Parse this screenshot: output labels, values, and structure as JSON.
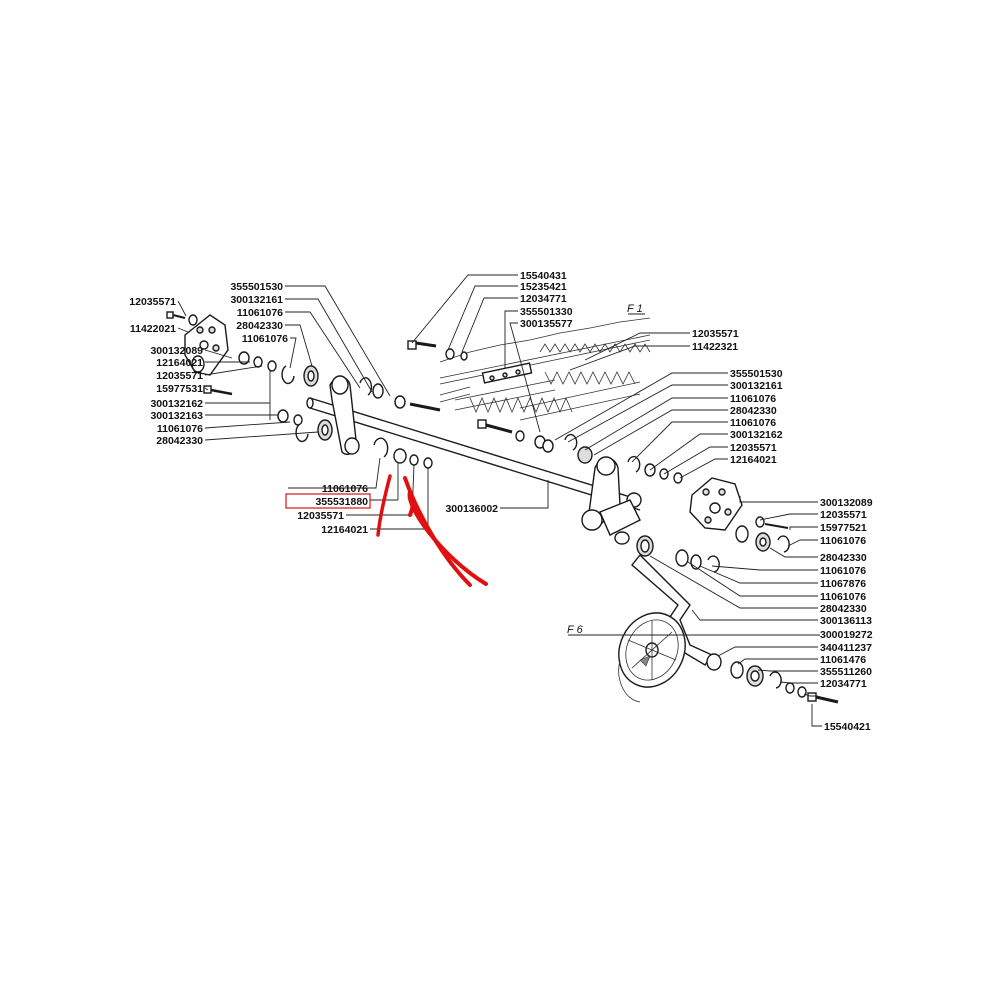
{
  "diagram": {
    "sections": [
      "F 1",
      "F 6"
    ],
    "highlighted_part": "355531880",
    "accent_color": "#e01010",
    "labels_left": [
      "12035571",
      "11422021",
      "300132089",
      "12164021",
      "12035571",
      "15977531",
      "300132162",
      "300132163",
      "11061076",
      "28042330"
    ],
    "labels_upper_left": [
      "355501530",
      "300132161",
      "11061076",
      "28042330",
      "11061076"
    ],
    "labels_top_center": [
      "15540431",
      "15235421",
      "12034771",
      "355501330",
      "300135577"
    ],
    "labels_top_right": [
      "12035571",
      "11422321"
    ],
    "labels_right_upper": [
      "355501530",
      "300132161",
      "11061076",
      "28042330",
      "11061076",
      "300132162",
      "12035571",
      "12164021"
    ],
    "labels_bottom_left": [
      "11061076",
      "355531880",
      "12035571",
      "12164021"
    ],
    "label_shaft": "300136002",
    "labels_right_mid": [
      "300132089",
      "12035571",
      "15977521",
      "11061076"
    ],
    "labels_right_lower": [
      "28042330",
      "11061076",
      "11067876",
      "11061076",
      "28042330",
      "300136113",
      "300019272",
      "340411237",
      "11061476",
      "355511260",
      "12034771"
    ],
    "label_bottom_bolt": "15540421"
  }
}
